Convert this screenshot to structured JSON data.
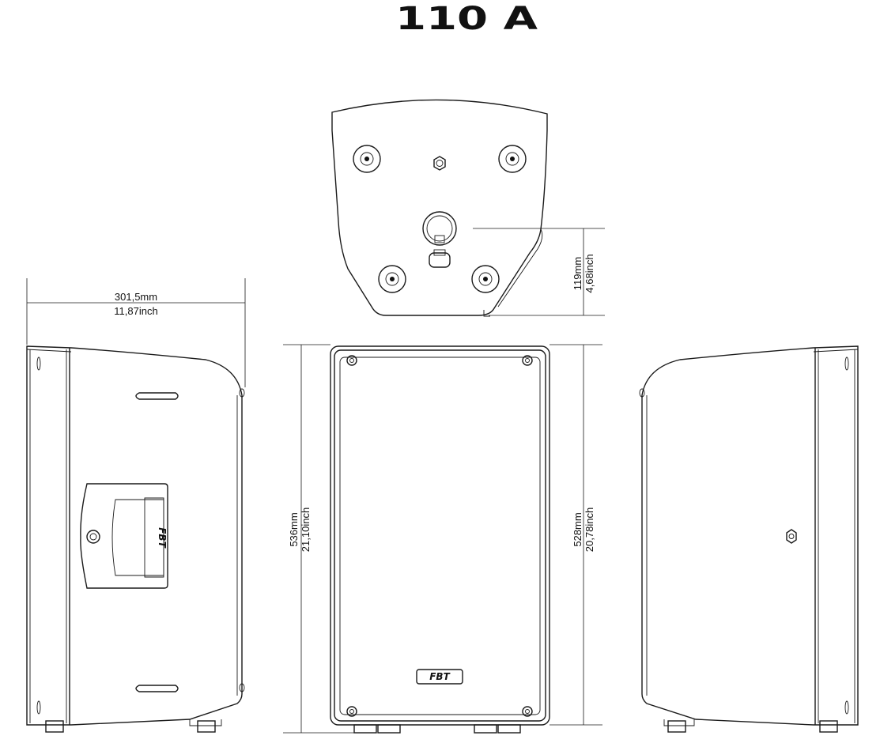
{
  "title": "110 A",
  "logo_text": "FBT",
  "dimensions": {
    "depth": {
      "mm": "301,5mm",
      "inch": "11,87inch"
    },
    "height_total": {
      "mm": "536mm",
      "inch": "21,10inch"
    },
    "height_body": {
      "mm": "528mm",
      "inch": "20,78inch"
    },
    "pole_mount": {
      "mm": "119mm",
      "inch": "4,68inch"
    }
  }
}
